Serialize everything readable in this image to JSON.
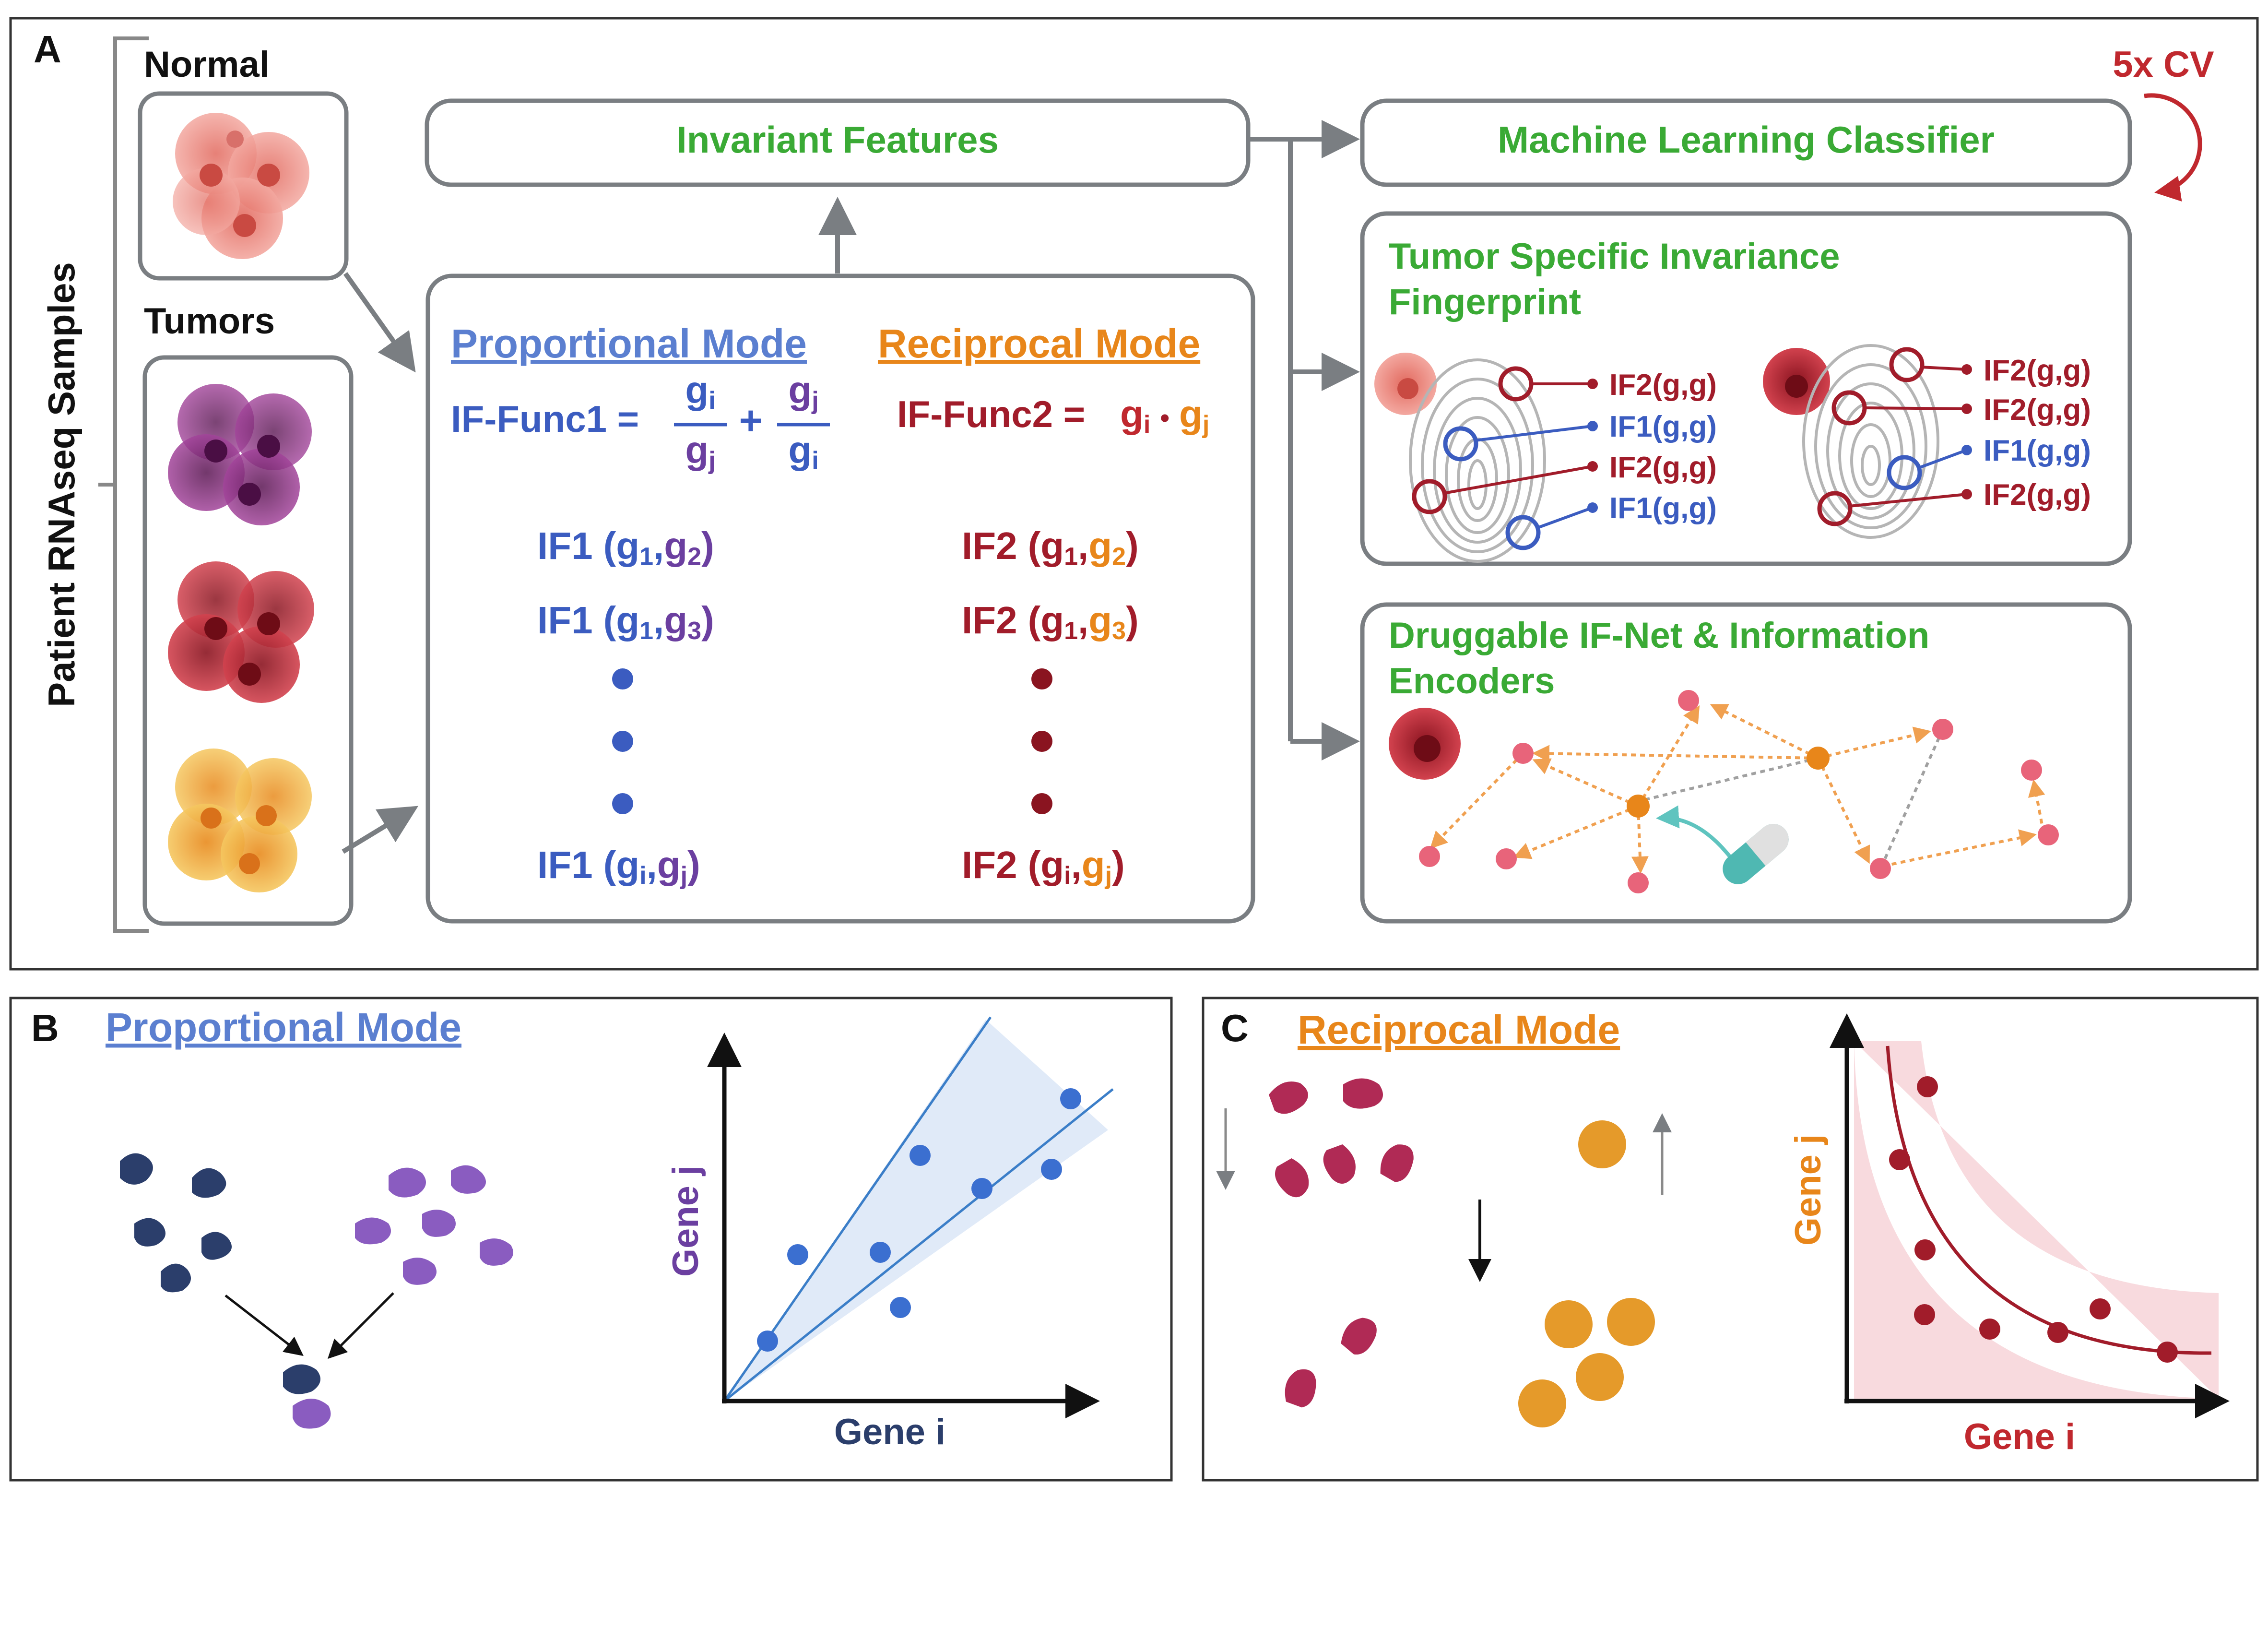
{
  "colors": {
    "green": "#3aaa35",
    "blue": "#3b5cc0",
    "purple": "#6b3fa0",
    "orange": "#e8861a",
    "red": "#a11c2a",
    "crimson": "#c0392b",
    "gray": "#7a7e82",
    "navy": "#2b3e6b",
    "lightblue": "#5b7fd0"
  },
  "panel_a": {
    "letter": "A",
    "side_label": "Patient RNAseq Samples",
    "normal_label": "Normal",
    "tumors_label": "Tumors",
    "invariant_features": "Invariant Features",
    "ml_classifier": "Machine Learning Classifier",
    "cv_label": "5x CV",
    "fingerprint_title_1": "Tumor Specific Invariance",
    "fingerprint_title_2": "Fingerprint",
    "fp_left": [
      "IF2(g,g)",
      "IF1(g,g)",
      "IF2(g,g)",
      "IF1(g,g)"
    ],
    "fp_right": [
      "IF2(g,g)",
      "IF2(g,g)",
      "IF1(g,g)",
      "IF2(g,g)"
    ],
    "druggable_title_1": "Druggable IF-Net & Information",
    "druggable_title_2": "Encoders",
    "proportional_mode": "Proportional Mode",
    "reciprocal_mode": "Reciprocal Mode",
    "func1_label": "IF-Func1 =",
    "func2_label": "IF-Func2 =",
    "g": "g",
    "sub_i": "i",
    "sub_j": "j",
    "sub_1": "1",
    "sub_2": "2",
    "sub_3": "3",
    "plus": "+",
    "dot": "•",
    "if1": "IF1",
    "if2": "IF2",
    "open_paren": "(",
    "close_paren": ")",
    "comma": ","
  },
  "panel_b": {
    "letter": "B",
    "title": "Proportional Mode",
    "xlabel": "Gene i",
    "ylabel": "Gene j"
  },
  "panel_c": {
    "letter": "C",
    "title": "Reciprocal Mode",
    "xlabel": "Gene i",
    "ylabel": "Gene j"
  }
}
